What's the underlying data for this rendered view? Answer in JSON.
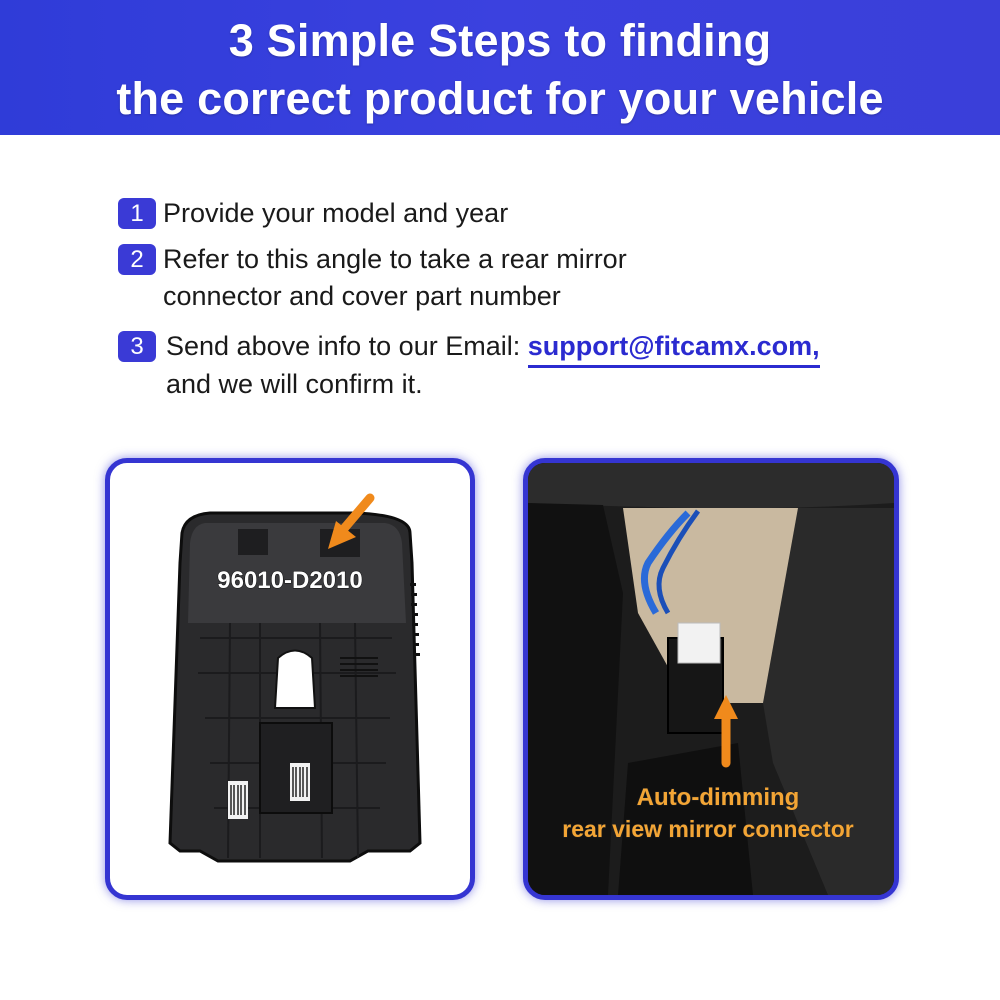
{
  "header": {
    "title_line1": "3 Simple Steps to finding",
    "title_line2": "the correct product for your vehicle"
  },
  "steps": [
    {
      "number": "1",
      "line1": "Provide your model and year"
    },
    {
      "number": "2",
      "line1": "Refer to this angle to take a rear mirror",
      "line2": "connector and cover part number"
    },
    {
      "number": "3",
      "line1_prefix": "Send above info to our Email: ",
      "email": "support@fitcamx.com,",
      "line2": "and we will confirm it."
    }
  ],
  "left_image": {
    "part_number": "96010-D2010",
    "arrow_color": "#f08a1c"
  },
  "right_image": {
    "caption_line1": "Auto-dimming",
    "caption_line2": "rear view mirror connector",
    "caption_color": "#f3a535",
    "arrow_color": "#f08a1c"
  },
  "colors": {
    "accent": "#3535d2",
    "header": "#3a3fd9"
  }
}
